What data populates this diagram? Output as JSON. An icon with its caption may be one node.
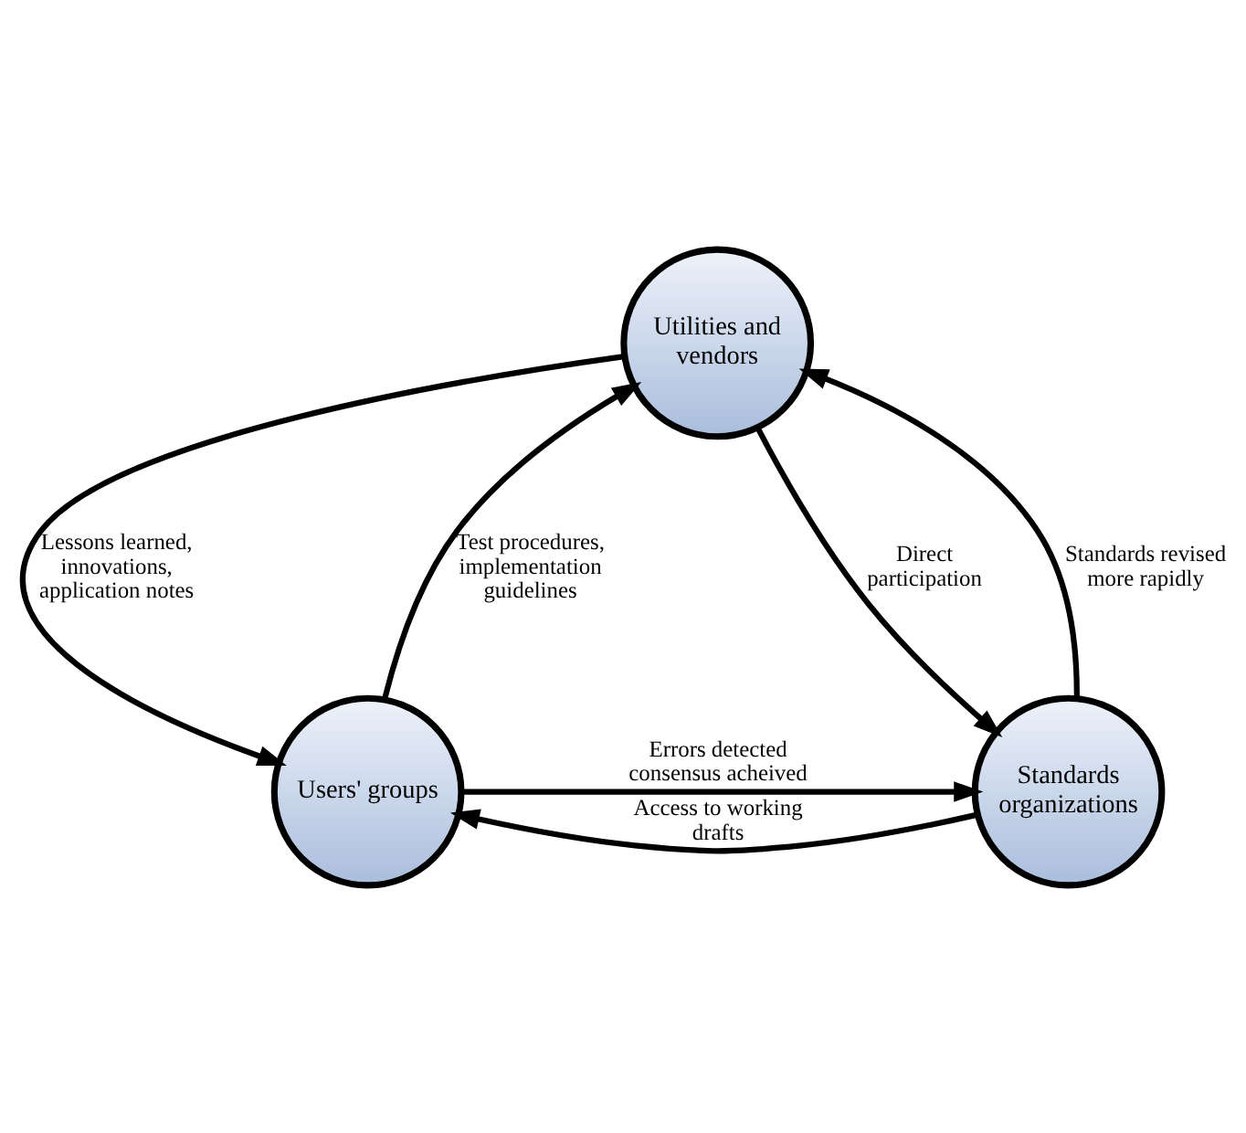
{
  "diagram": {
    "nodes": [
      {
        "text": [
          "Utilities and vendors"
        ]
      },
      {
        "text": [
          "Users' groups"
        ]
      },
      {
        "text": [
          "Standards organizations"
        ]
      }
    ],
    "edges": [
      {
        "from": 0,
        "to": 1,
        "arrow": "to",
        "label": "Lessons learned, innovations, application notes"
      },
      {
        "from": 1,
        "to": 0,
        "arrow": "to",
        "label": "Test procedures, implementation guidelines"
      },
      {
        "from": 0,
        "to": 2,
        "arrow": "to",
        "label": "Direct participation"
      },
      {
        "from": 2,
        "to": 0,
        "arrow": "to",
        "label": "Standards revised more rapidly"
      },
      {
        "from": 2,
        "to": 1,
        "arrow": "to",
        "label": "Access to working drafts"
      },
      {
        "from": 1,
        "to": 2,
        "arrow": "to",
        "label": "Errors detected consensus acheived"
      }
    ]
  }
}
